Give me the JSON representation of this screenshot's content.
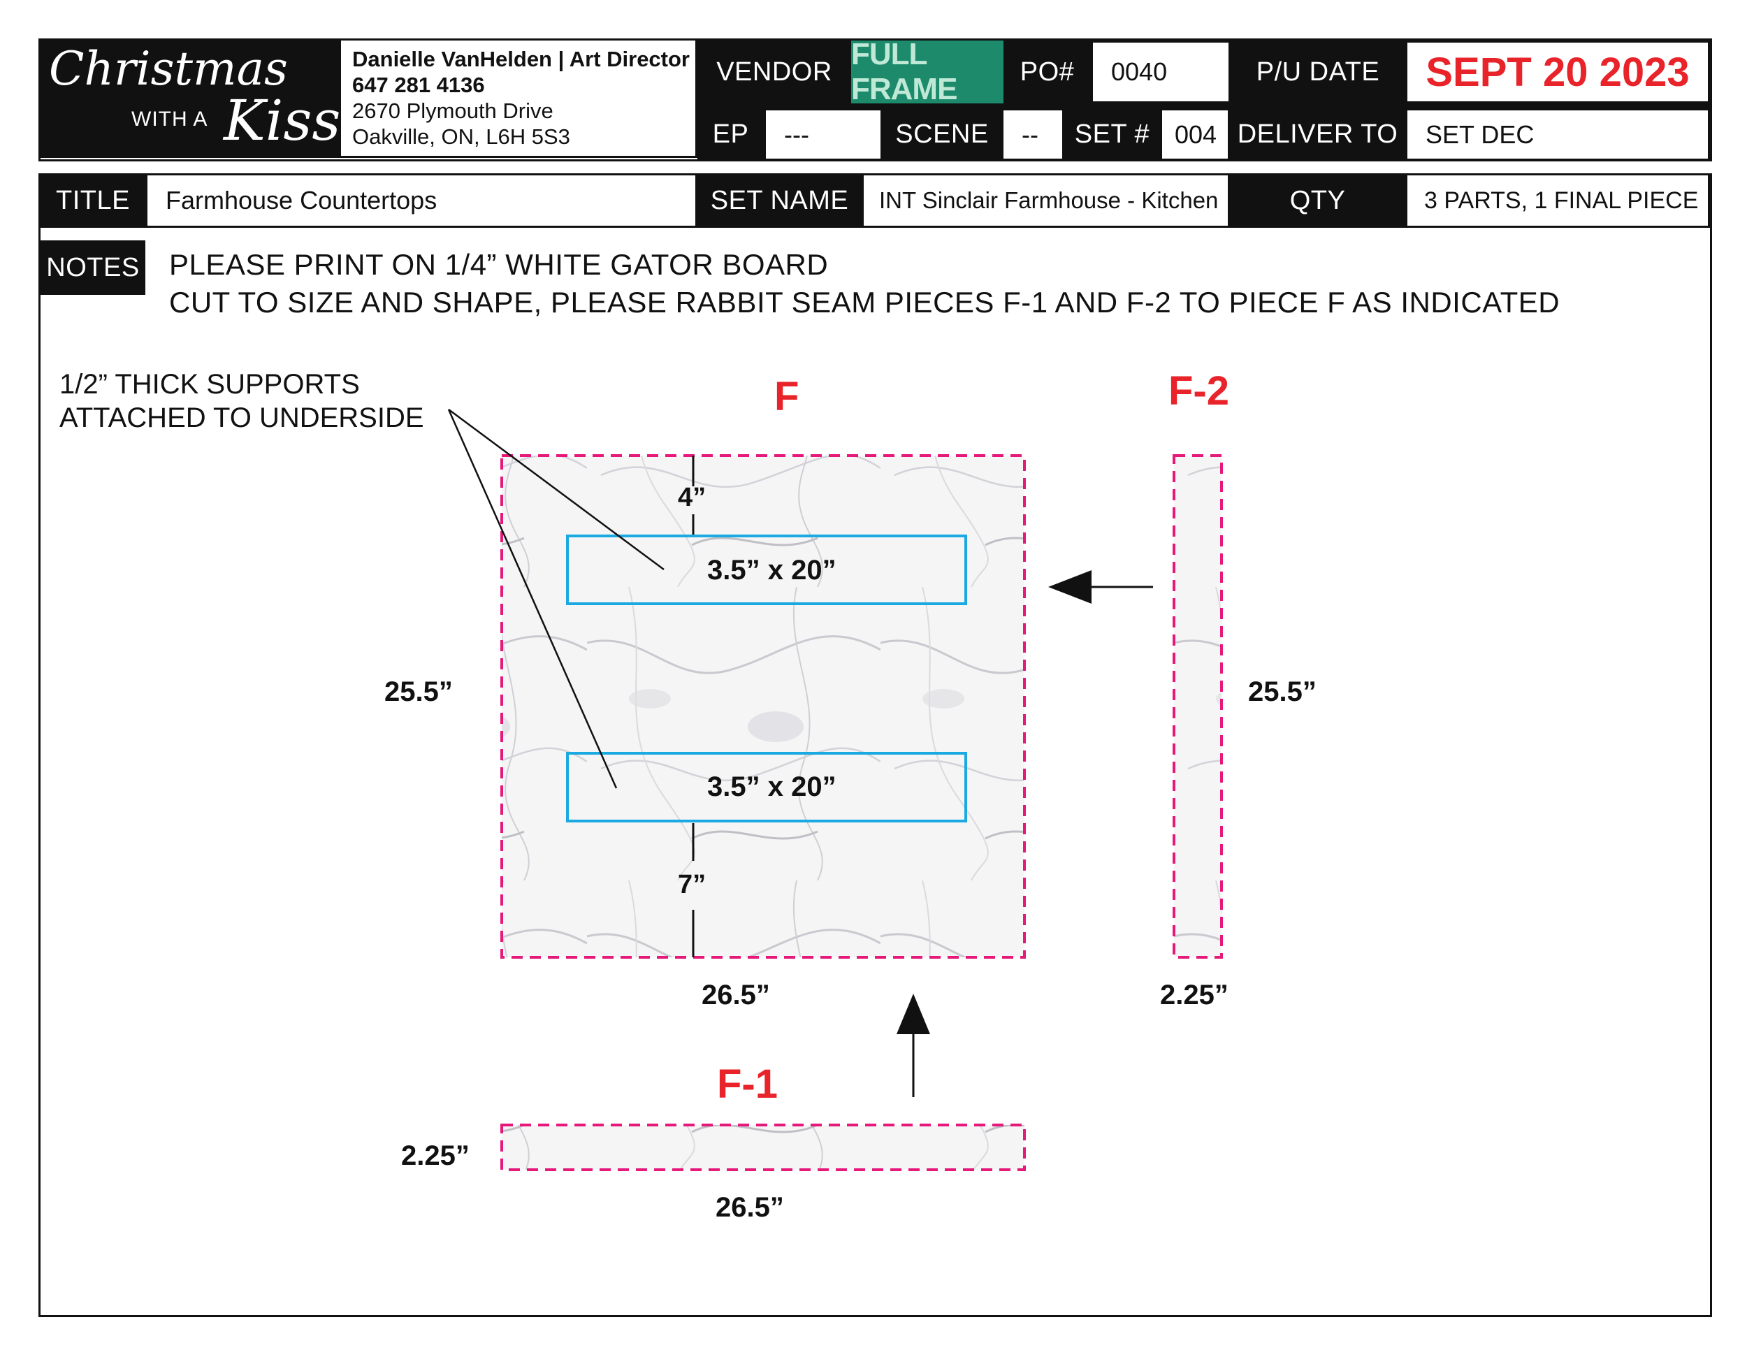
{
  "header": {
    "logo_line1": "Christmas",
    "logo_with": "WITH A",
    "logo_line2": "Kiss",
    "contact": {
      "name_role": "Danielle VanHelden | Art Director",
      "phone": "647 281 4136",
      "address1": "2670 Plymouth Drive",
      "address2": "Oakville, ON, L6H 5S3"
    },
    "vendor_label": "VENDOR",
    "vendor_value": "FULL FRAME",
    "po_label": "PO#",
    "po_value": "0040",
    "pu_date_label": "P/U DATE",
    "pu_date_value": "SEPT 20 2023",
    "ep_label": "EP",
    "ep_value": "---",
    "scene_label": "SCENE",
    "scene_value": "--",
    "set_num_label": "SET #",
    "set_num_value": "004",
    "deliver_label": "DELIVER TO",
    "deliver_value": "SET DEC",
    "title_label": "TITLE",
    "title_value": "Farmhouse Countertops",
    "set_name_label": "SET NAME",
    "set_name_value": "INT Sinclair Farmhouse - Kitchen",
    "qty_label": "QTY",
    "qty_value": "3 PARTS, 1 FINAL PIECE"
  },
  "notes": {
    "label": "NOTES",
    "line1": "PLEASE PRINT ON 1/4” WHITE GATOR BOARD",
    "line2": "CUT TO SIZE AND SHAPE, PLEASE RABBIT SEAM PIECES F-1 AND F-2 TO PIECE F AS INDICATED"
  },
  "diagram": {
    "support_note_line1": "1/2” THICK SUPPORTS",
    "support_note_line2": "ATTACHED TO UNDERSIDE",
    "piece_f": {
      "label": "F",
      "width": "26.5”",
      "height": "25.5”",
      "top_gap": "4”",
      "bottom_gap": "7”",
      "support_top": "3.5” x 20”",
      "support_bottom": "3.5” x 20”"
    },
    "piece_f2": {
      "label": "F-2",
      "height": "25.5”",
      "width": "2.25”"
    },
    "piece_f1": {
      "label": "F-1",
      "height": "2.25”",
      "width": "26.5”"
    }
  },
  "colors": {
    "accent_red": "#e8232a",
    "cut_line_pink": "#e6197a",
    "support_blue": "#1aa9e1",
    "vendor_green": "#1d8a6c"
  }
}
